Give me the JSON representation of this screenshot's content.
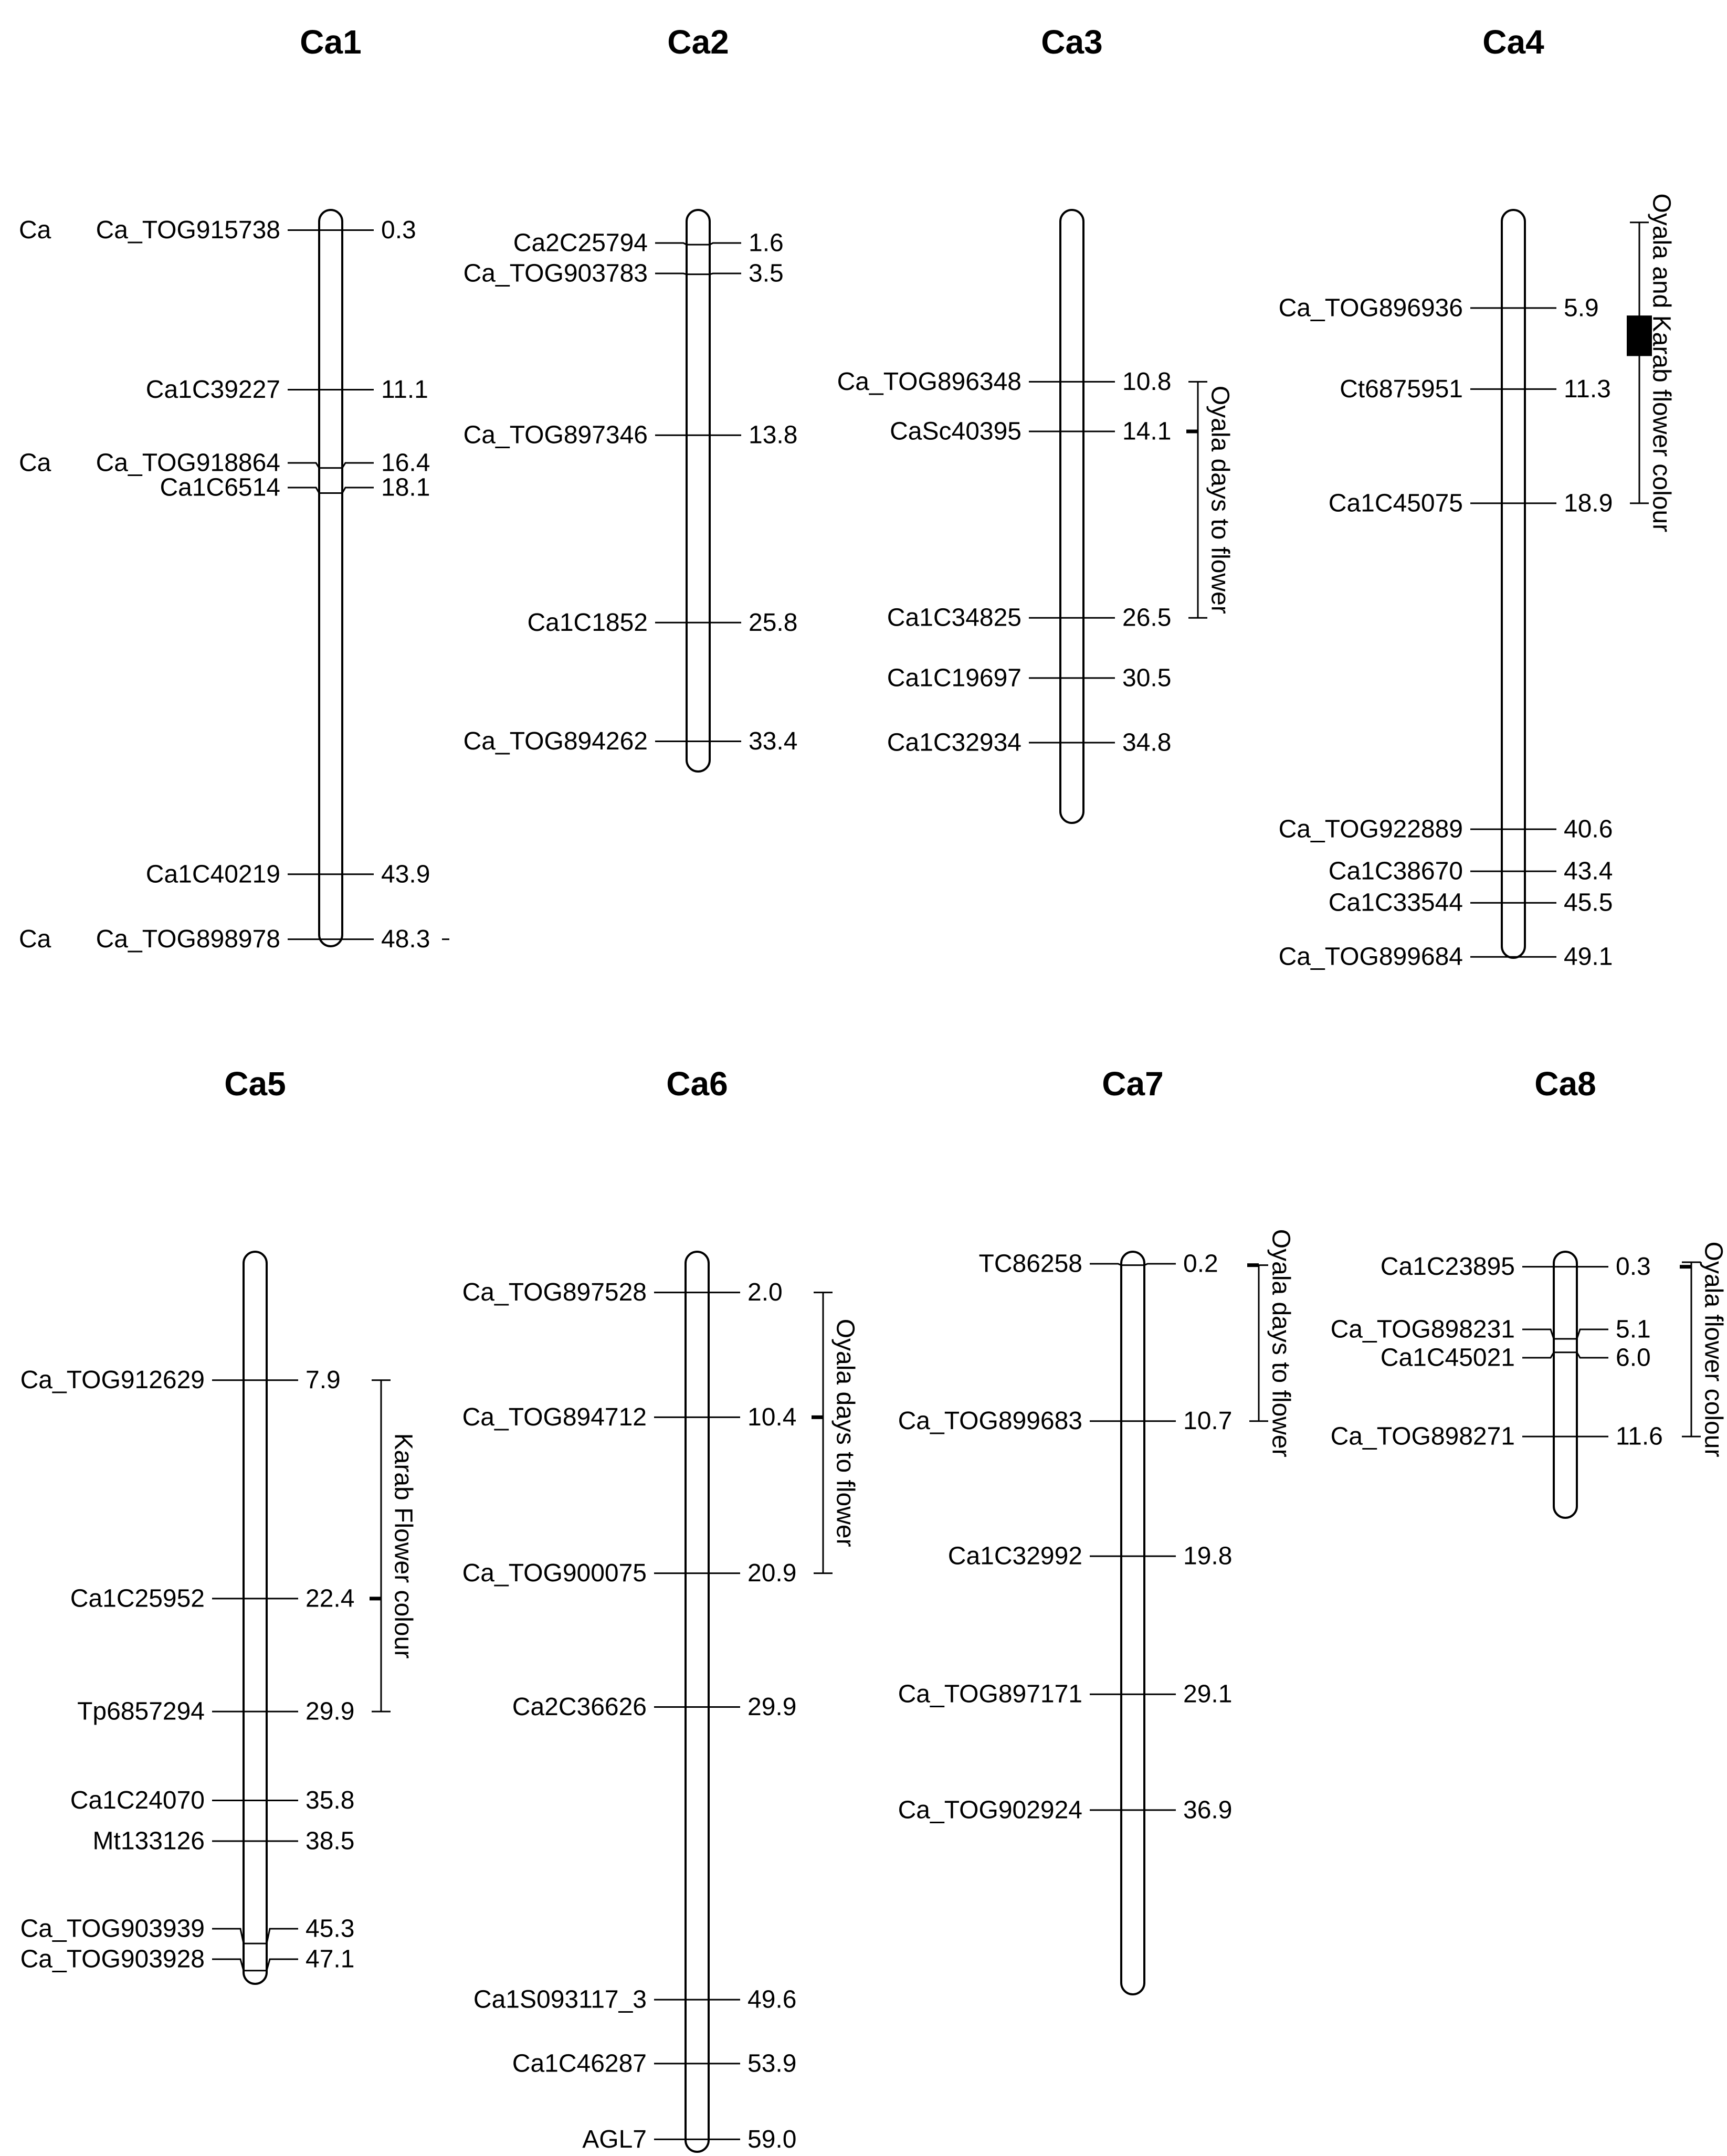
{
  "chromosomes": [
    {
      "name": "Ca1",
      "markers": [
        {
          "name": "Ca_TOG915738",
          "pos": "0.3"
        },
        {
          "name": "Ca1C39227",
          "pos": "11.1"
        },
        {
          "name": "Ca_TOG918864",
          "pos": "16.4"
        },
        {
          "name": "Ca1C6514",
          "pos": "18.1"
        },
        {
          "name": "Ca1C40219",
          "pos": "43.9"
        },
        {
          "name": "Ca_TOG898978",
          "pos": "48.3"
        }
      ],
      "edge_fragments": [
        {
          "text": "Ca",
          "marker": 0
        },
        {
          "text": "Ca",
          "marker": 2
        },
        {
          "text": "Ca",
          "marker": 5
        }
      ],
      "qtls": []
    },
    {
      "name": "Ca2",
      "markers": [
        {
          "name": "Ca2C25794",
          "pos": "1.6"
        },
        {
          "name": "Ca_TOG903783",
          "pos": "3.5"
        },
        {
          "name": "Ca_TOG897346",
          "pos": "13.8"
        },
        {
          "name": "Ca1C1852",
          "pos": "25.8"
        },
        {
          "name": "Ca_TOG894262",
          "pos": "33.4"
        }
      ],
      "qtls": []
    },
    {
      "name": "Ca3",
      "markers": [
        {
          "name": "Ca_TOG896348",
          "pos": "10.8"
        },
        {
          "name": "CaSc40395",
          "pos": "14.1"
        },
        {
          "name": "Ca1C34825",
          "pos": "26.5"
        },
        {
          "name": "Ca1C19697",
          "pos": "30.5"
        },
        {
          "name": "Ca1C32934",
          "pos": "34.8"
        }
      ],
      "qtls": [
        {
          "label": "Oyala days to flower",
          "start": 10.8,
          "end": 26.5,
          "peak": 14.1
        }
      ]
    },
    {
      "name": "Ca4",
      "markers": [
        {
          "name": "Ca_TOG896936",
          "pos": "5.9"
        },
        {
          "name": "Ct6875951",
          "pos": "11.3"
        },
        {
          "name": "Ca1C45075",
          "pos": "18.9"
        },
        {
          "name": "Ca_TOG922889",
          "pos": "40.6"
        },
        {
          "name": "Ca1C38670",
          "pos": "43.4"
        },
        {
          "name": "Ca1C33544",
          "pos": "45.5"
        },
        {
          "name": "Ca_TOG899684",
          "pos": "49.1"
        }
      ],
      "qtls": [
        {
          "label": "Oyala and Karab flower colour",
          "start": 0.2,
          "end": 18.9,
          "box_start": 6.4,
          "box_end": 9.1
        }
      ]
    },
    {
      "name": "Ca5",
      "markers": [
        {
          "name": "Ca_TOG912629",
          "pos": "7.9"
        },
        {
          "name": "Ca1C25952",
          "pos": "22.4"
        },
        {
          "name": "Tp6857294",
          "pos": "29.9"
        },
        {
          "name": "Ca1C24070",
          "pos": "35.8"
        },
        {
          "name": "Mt133126",
          "pos": "38.5"
        },
        {
          "name": "Ca_TOG903939",
          "pos": "45.3"
        },
        {
          "name": "Ca_TOG903928",
          "pos": "47.1"
        }
      ],
      "qtls": [
        {
          "label": "Karab Flower colour",
          "start": 7.9,
          "end": 29.9,
          "peak": 22.4
        }
      ]
    },
    {
      "name": "Ca6",
      "markers": [
        {
          "name": "Ca_TOG897528",
          "pos": "2.0"
        },
        {
          "name": "Ca_TOG894712",
          "pos": "10.4"
        },
        {
          "name": "Ca_TOG900075",
          "pos": "20.9"
        },
        {
          "name": "Ca2C36626",
          "pos": "29.9"
        },
        {
          "name": "Ca1S093117_3",
          "pos": "49.6"
        },
        {
          "name": "Ca1C46287",
          "pos": "53.9"
        },
        {
          "name": "AGL7",
          "pos": "59.0"
        }
      ],
      "qtls": [
        {
          "label": "Oyala days to flower",
          "start": 2.0,
          "end": 20.9,
          "peak": 10.4
        }
      ]
    },
    {
      "name": "Ca7",
      "markers": [
        {
          "name": "TC86258",
          "pos": "0.2"
        },
        {
          "name": "Ca_TOG899683",
          "pos": "10.7"
        },
        {
          "name": "Ca1C32992",
          "pos": "19.8"
        },
        {
          "name": "Ca_TOG897171",
          "pos": "29.1"
        },
        {
          "name": "Ca_TOG902924",
          "pos": "36.9"
        }
      ],
      "qtls": [
        {
          "label": "Oyala days to flower",
          "start": 0.2,
          "end": 10.7,
          "peak": 0.2
        }
      ]
    },
    {
      "name": "Ca8",
      "markers": [
        {
          "name": "Ca1C23895",
          "pos": "0.3"
        },
        {
          "name": "Ca_TOG898231",
          "pos": "5.1"
        },
        {
          "name": "Ca1C45021",
          "pos": "6.0"
        },
        {
          "name": "Ca_TOG898271",
          "pos": "11.6"
        }
      ],
      "qtls": [
        {
          "label": "Oyala flower colour",
          "start": 0.0,
          "end": 11.6,
          "peak": 0.3
        }
      ]
    }
  ]
}
